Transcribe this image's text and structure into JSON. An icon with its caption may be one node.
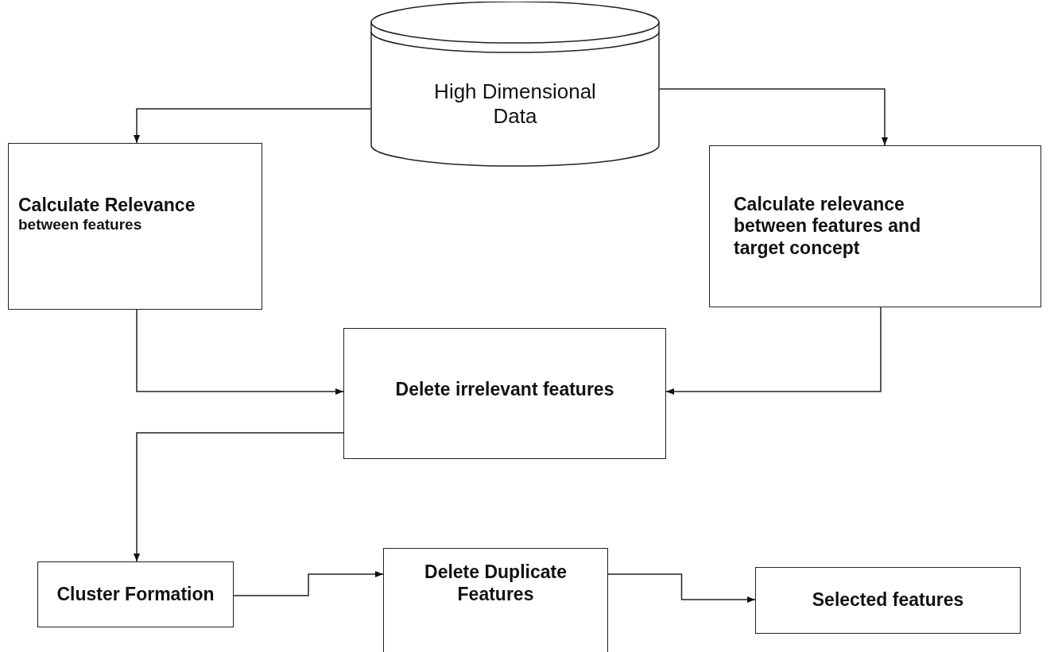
{
  "diagram": {
    "nodes": [
      {
        "text": [
          "High Dimensional Data"
        ]
      },
      {
        "text": [
          "Calculate Relevance",
          "between features"
        ]
      },
      {
        "text": [
          "Calculate relevance between features and target concept"
        ]
      },
      {
        "text": [
          "Delete irrelevant features"
        ]
      },
      {
        "text": [
          "Cluster Formation"
        ]
      },
      {
        "text": [
          "Delete Duplicate Features"
        ]
      },
      {
        "text": [
          "Selected features"
        ]
      }
    ],
    "edges": [
      {
        "from": 0,
        "to": 1,
        "arrow": "to"
      },
      {
        "from": 0,
        "to": 2,
        "arrow": "to"
      },
      {
        "from": 1,
        "to": 3,
        "arrow": "to"
      },
      {
        "from": 2,
        "to": 3,
        "arrow": "to"
      },
      {
        "from": 3,
        "to": 4,
        "arrow": "to"
      },
      {
        "from": 4,
        "to": 5,
        "arrow": "to"
      },
      {
        "from": 5,
        "to": 6,
        "arrow": "to"
      }
    ]
  }
}
